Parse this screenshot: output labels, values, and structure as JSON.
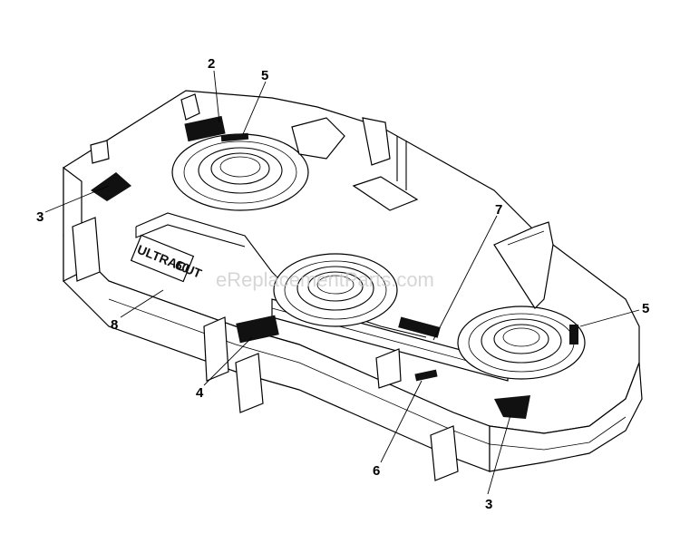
{
  "watermark": "eReplacementParts.com",
  "decal_text": {
    "brand": "ULTRACUT",
    "size": "60"
  },
  "callouts": [
    "2",
    "5",
    "3",
    "7",
    "5",
    "8",
    "4",
    "6",
    "3"
  ]
}
